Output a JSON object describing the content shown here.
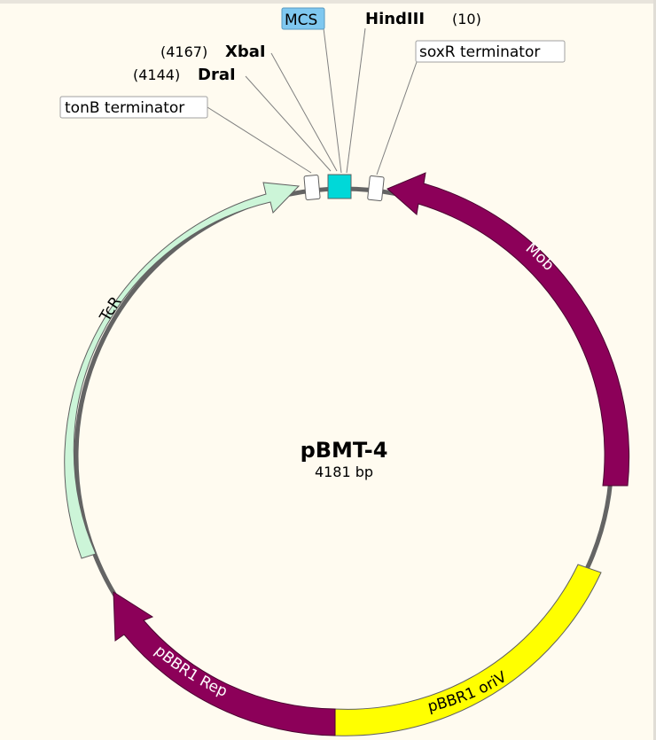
{
  "plasmid": {
    "name": "pBMT-4",
    "size_label": "4181 bp"
  },
  "features": [
    {
      "id": "tcr",
      "label": "TcR",
      "color": "#ccf5d8",
      "text_color": "#000000"
    },
    {
      "id": "mob",
      "label": "Mob",
      "color": "#8c0059",
      "text_color": "#ffffff"
    },
    {
      "id": "oriv",
      "label": "pBBR1 oriV",
      "color": "#ffff00",
      "text_color": "#000000"
    },
    {
      "id": "rep",
      "label": "pBBR1 Rep",
      "color": "#8c0059",
      "text_color": "#ffffff"
    },
    {
      "id": "mcs",
      "label": "MCS",
      "color": "#00d8d8"
    },
    {
      "id": "tonb",
      "label": "tonB terminator",
      "color": "#ffffff"
    },
    {
      "id": "soxr",
      "label": "soxR terminator",
      "color": "#ffffff"
    }
  ],
  "sites": {
    "hindiii": {
      "name": "HindIII",
      "position": "(10)"
    },
    "xbai": {
      "name": "XbaI",
      "position": "(4167)"
    },
    "drai": {
      "name": "DraI",
      "position": "(4144)"
    }
  }
}
